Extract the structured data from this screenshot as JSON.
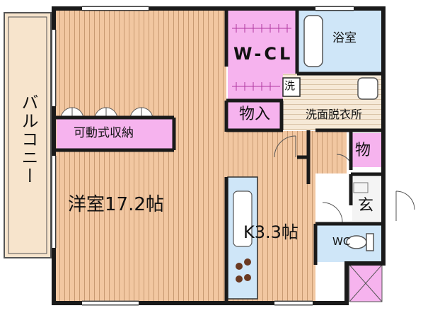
{
  "floorplan": {
    "rooms": {
      "balcony": "バルコニー",
      "western_room": "洋室17.2帖",
      "movable_storage": "可動式収納",
      "walk_in_closet": "W-CL",
      "closet_upper": "物入",
      "bathroom": "浴室",
      "laundry_symbol": "洗",
      "washroom": "洗面脱衣所",
      "closet_right": "物",
      "kitchen": "K3.3帖",
      "entrance": "玄",
      "toilet": "WC"
    },
    "colors": {
      "wood_floor": "#f2c7a1",
      "floor_lines": "#c89a72",
      "storage_pink": "#f6b3ee",
      "bath_blue": "#cfe6f8",
      "washroom_beige": "#f6e9d7",
      "wall": "#1a1a1a",
      "balcony_fill": "#f7e4cc"
    }
  }
}
